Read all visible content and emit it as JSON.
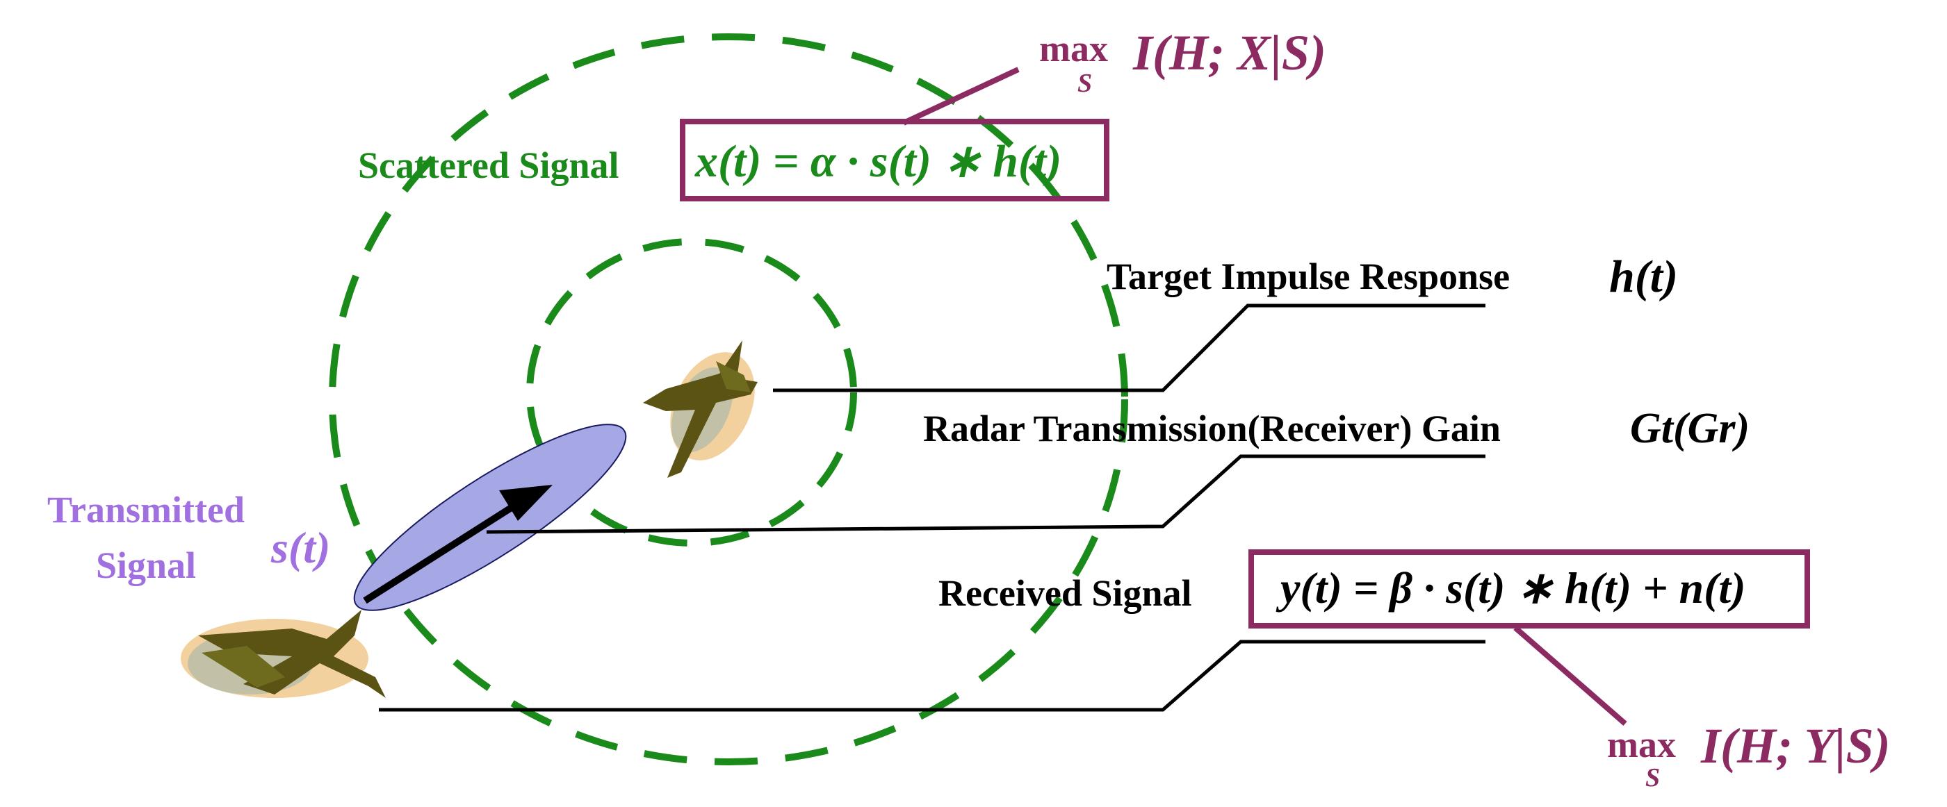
{
  "colors": {
    "green": "#1a8a1a",
    "purple": "#8c2a62",
    "violet": "#a070e0",
    "black": "#000000",
    "beam": "#a6a8e6",
    "tan": "#f2d19e",
    "olive": "#5a5314"
  },
  "labels": {
    "transmitted_line1": "Transmitted",
    "transmitted_line2": "Signal",
    "scattered": "Scattered Signal",
    "target_ir": "Target Impulse Response",
    "gain": "Radar Transmission(Receiver) Gain",
    "received": "Received Signal"
  },
  "math": {
    "s_t": "s(t)",
    "h_t": "h(t)",
    "gain_symbol": "Gt(Gr)",
    "scattered_eq": "x(t) = α · s(t) ∗ h(t)",
    "received_eq": "y(t) = β · s(t) ∗ h(t) + n(t)",
    "obj_top_max": "max",
    "obj_top_sub": "S",
    "obj_top_expr": "I(H; X|S)",
    "obj_bottom_max": "max",
    "obj_bottom_sub": "S",
    "obj_bottom_expr": "I(H; Y|S)"
  },
  "icons": [
    "aircraft-icon",
    "target-aircraft-icon",
    "antenna-beam-icon",
    "direction-arrow-icon"
  ]
}
